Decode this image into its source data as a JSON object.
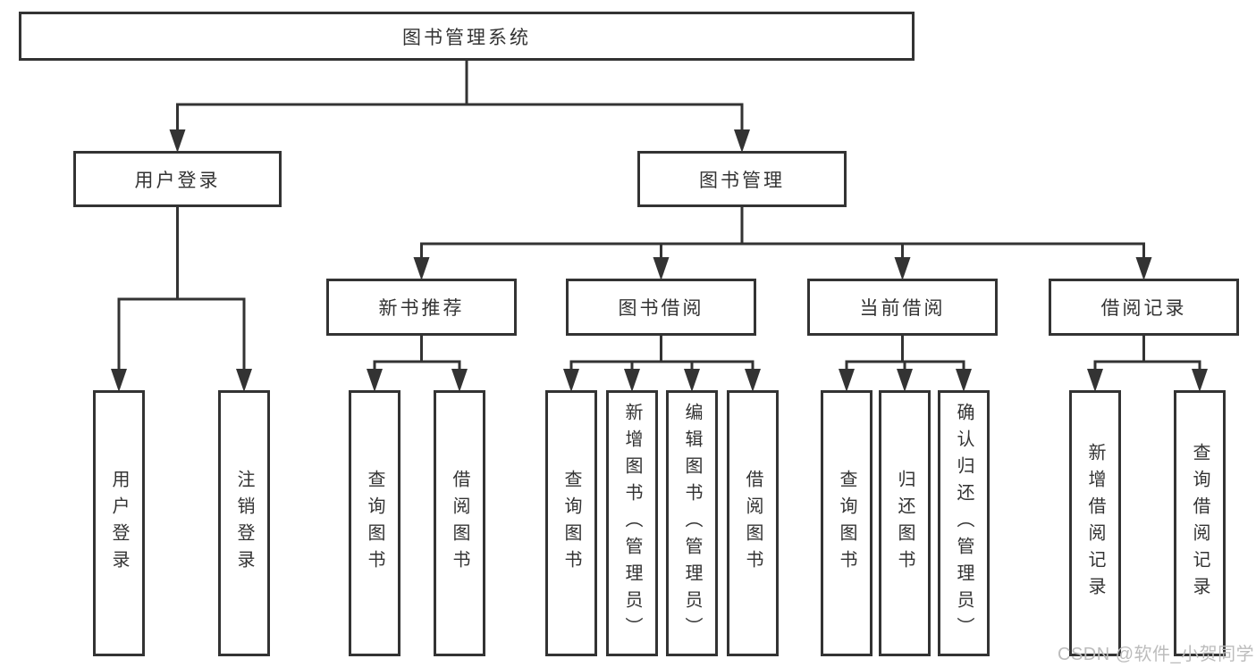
{
  "colors": {
    "line": "#333333",
    "text": "#333333",
    "background": "#ffffff",
    "watermark": "#bcbcbc"
  },
  "watermark": {
    "text": "CSDN @软件_小贺同学"
  },
  "diagram": {
    "type": "hierarchy-tree",
    "root": {
      "label": "图书管理系统"
    },
    "level2": [
      {
        "label": "用户登录",
        "parent": "图书管理系统"
      },
      {
        "label": "图书管理",
        "parent": "图书管理系统"
      }
    ],
    "level3": [
      {
        "label": "新书推荐",
        "parent": "图书管理"
      },
      {
        "label": "图书借阅",
        "parent": "图书管理"
      },
      {
        "label": "当前借阅",
        "parent": "图书管理"
      },
      {
        "label": "借阅记录",
        "parent": "图书管理"
      }
    ],
    "level4": [
      {
        "label": "用户登录",
        "parent": "用户登录"
      },
      {
        "label": "注销登录",
        "parent": "用户登录"
      },
      {
        "label": "查询图书",
        "parent": "新书推荐"
      },
      {
        "label": "借阅图书",
        "parent": "新书推荐"
      },
      {
        "label": "查询图书",
        "parent": "图书借阅"
      },
      {
        "label": "新增图书（管理员）",
        "parent": "图书借阅"
      },
      {
        "label": "编辑图书（管理员）",
        "parent": "图书借阅"
      },
      {
        "label": "借阅图书",
        "parent": "图书借阅"
      },
      {
        "label": "查询图书",
        "parent": "当前借阅"
      },
      {
        "label": "归还图书",
        "parent": "当前借阅"
      },
      {
        "label": "确认归还（管理员）",
        "parent": "当前借阅"
      },
      {
        "label": "新增借阅记录",
        "parent": "借阅记录"
      },
      {
        "label": "查询借阅记录",
        "parent": "借阅记录"
      }
    ]
  }
}
